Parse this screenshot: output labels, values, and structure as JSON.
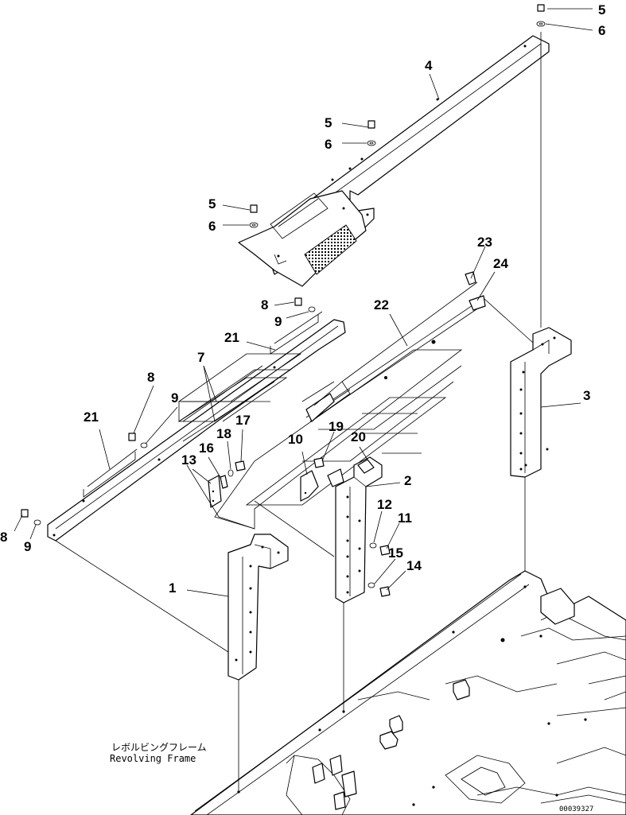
{
  "diagram": {
    "callouts": [
      "1",
      "2",
      "3",
      "4",
      "5",
      "5",
      "5",
      "6",
      "6",
      "6",
      "7",
      "8",
      "8",
      "8",
      "9",
      "9",
      "9",
      "10",
      "11",
      "12",
      "13",
      "14",
      "15",
      "16",
      "17",
      "18",
      "19",
      "20",
      "21",
      "21",
      "22",
      "23",
      "24"
    ],
    "frame_label_jp": "レボルビングフレーム",
    "frame_label_en": "Revolving Frame",
    "document_id": "00039327"
  }
}
